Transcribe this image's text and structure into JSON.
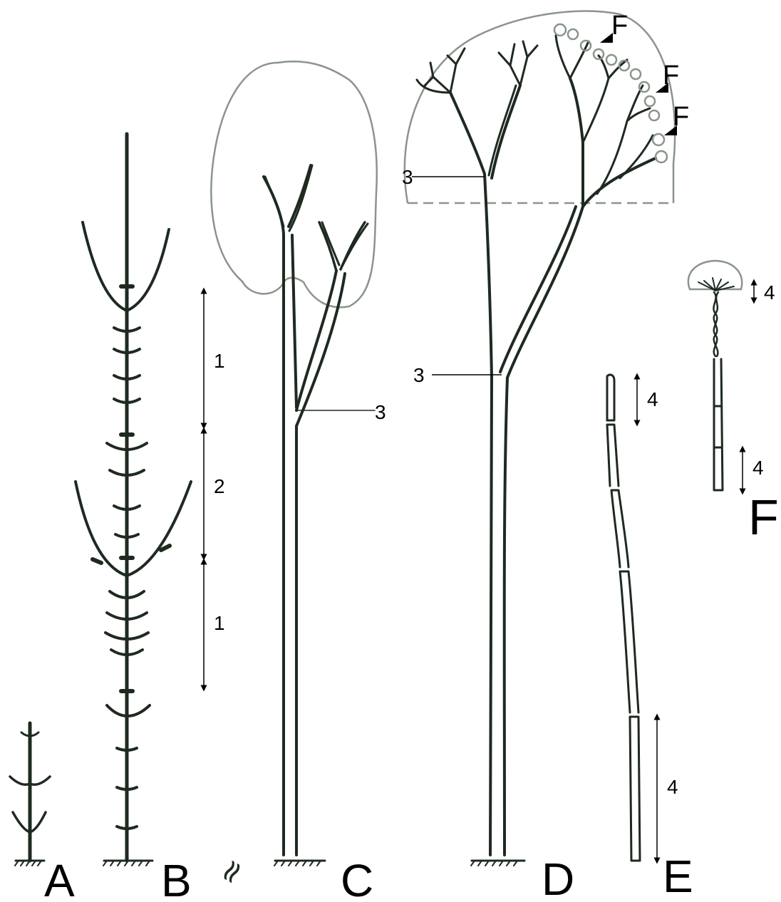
{
  "panels": {
    "a": "A",
    "b": "B",
    "c": "C",
    "d": "D",
    "e": "E",
    "f": "F"
  },
  "markers": {
    "f1": "F",
    "f2": "F",
    "f3": "F"
  },
  "annotations": {
    "b_seg_top": "1",
    "b_seg_mid": "2",
    "b_seg_low": "1",
    "c_branch": "3",
    "d_upper": "3",
    "d_lower": "3",
    "e_top": "4",
    "e_bottom": "4",
    "f_top": "4",
    "f_bottom": "4"
  },
  "symbols": {
    "break_mark": "≈"
  },
  "colors": {
    "stem": "#1e2a20",
    "crown_outline": "#8a958a"
  }
}
